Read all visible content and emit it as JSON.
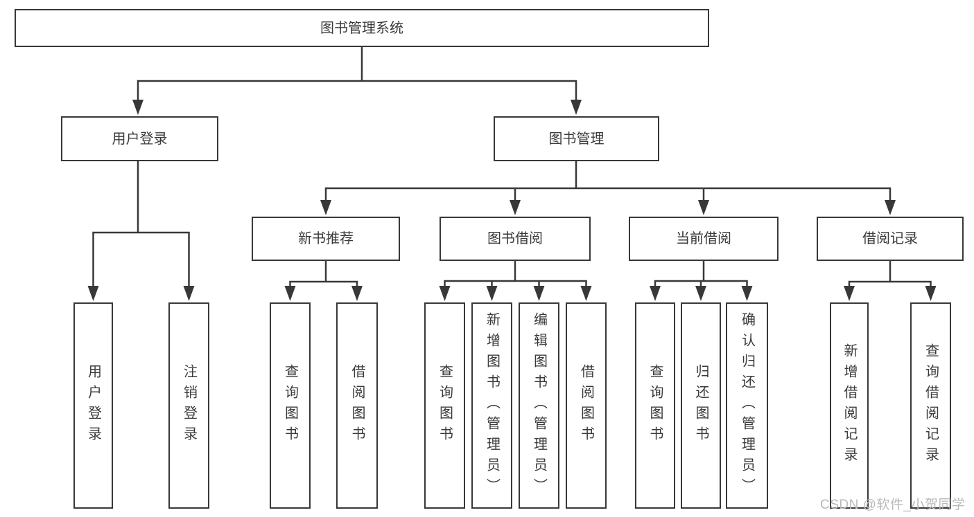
{
  "diagram": {
    "type": "hierarchy",
    "levels": 4,
    "line_color": "#383838",
    "box_border_color": "#383838",
    "text_color": "#3a3a3a",
    "background_color": "#ffffff"
  },
  "tree": {
    "label": "图书管理系统",
    "children": [
      {
        "label": "用户登录",
        "children": [
          {
            "label": "用户登录"
          },
          {
            "label": "注销登录"
          }
        ]
      },
      {
        "label": "图书管理",
        "children": [
          {
            "label": "新书推荐",
            "children": [
              {
                "label": "查询图书"
              },
              {
                "label": "借阅图书"
              }
            ]
          },
          {
            "label": "图书借阅",
            "children": [
              {
                "label": "查询图书"
              },
              {
                "label": "新增图书（管理员）"
              },
              {
                "label": "编辑图书（管理员）"
              },
              {
                "label": "借阅图书"
              }
            ]
          },
          {
            "label": "当前借阅",
            "children": [
              {
                "label": "查询图书"
              },
              {
                "label": "归还图书"
              },
              {
                "label": "确认归还（管理员）"
              }
            ]
          },
          {
            "label": "借阅记录",
            "children": [
              {
                "label": "新增借阅记录"
              },
              {
                "label": "查询借阅记录"
              }
            ]
          }
        ]
      }
    ]
  },
  "watermark": {
    "text": "CSDN @软件_小贺同学",
    "color": "#b9b9b9"
  }
}
